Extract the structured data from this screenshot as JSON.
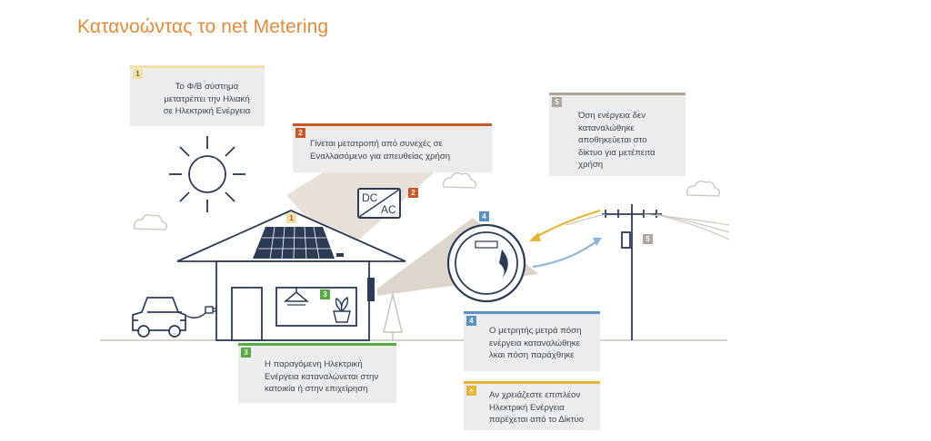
{
  "title": "Κατανοώντας το net Metering",
  "callouts": [
    {
      "num": "1",
      "lines": [
        "Το Φ/Β σύστημα",
        "μετατρέπει την Ηλιακή",
        "σε Ηλεκτρική Ενέργεια"
      ]
    },
    {
      "num": "2",
      "lines": [
        "Γίνεται μετατροπή από συνεχές σε",
        "Εναλλασόμενο για απευθείας χρήση"
      ]
    },
    {
      "num": "3",
      "lines": [
        "Η παραγόμενη Ηλεκτρική",
        "Ενέργεια καταναλώνεται στην",
        "κατοικία ή στην επιχείρηση"
      ]
    },
    {
      "num": "4",
      "lines": [
        "Ο μετρητής μετρά πόση",
        "ενέργεια καταναλώθηκε",
        "λκαι πόση παράχθηκε"
      ]
    },
    {
      "num": "5",
      "lines": [
        "Όση ενέργεια δεν",
        "καταναλώθηκε",
        "αποθηκεύεται στο",
        "δίκτυο για μετέπειτα",
        "χρήση"
      ]
    },
    {
      "num": "+",
      "lines": [
        "Αν χρειάζεστε επιπλέον",
        "Ηλεκτρική Ενέργεια",
        "παρέχεται από το Δίκτυο"
      ]
    }
  ],
  "inverter": {
    "dc": "DC",
    "ac": "AC"
  },
  "diagram_badges": {
    "roof": "1",
    "inverter": "2",
    "indoor": "3",
    "meter": "4",
    "pole": "5"
  },
  "colors": {
    "title": "#e58a3c",
    "line": "#2d3b55",
    "yellow": "#f1dfa7",
    "orange": "#c8582a",
    "green": "#58a844",
    "blue": "#5b92c2",
    "gray": "#ada69d",
    "amber": "#e8b53b",
    "panel": "#ececec",
    "beam": "#ddd6ce"
  },
  "icons": [
    "sun-icon",
    "cloud-icon",
    "car-icon",
    "plug-icon",
    "solar-panel-icon",
    "lamp-icon",
    "plant-icon",
    "tree-icon",
    "meter-icon",
    "power-pole-icon"
  ]
}
